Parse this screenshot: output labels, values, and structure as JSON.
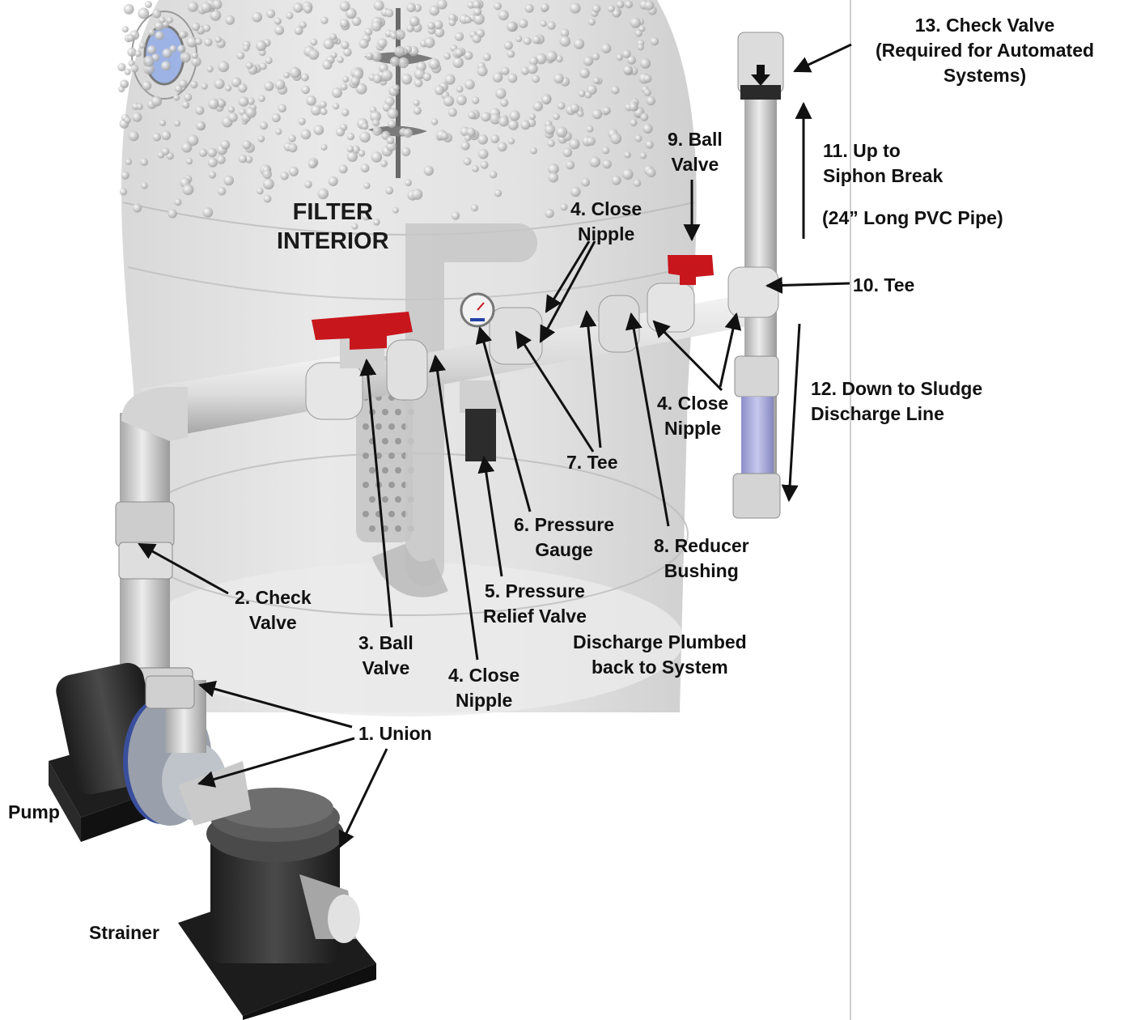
{
  "interior_label": [
    "FILTER",
    "INTERIOR"
  ],
  "labels": {
    "union": "1. Union",
    "check_valve": [
      "2. Check",
      "Valve"
    ],
    "ball_valve_3": [
      "3. Ball",
      "Valve"
    ],
    "close_nipple_bottom": [
      "4. Close",
      "Nipple"
    ],
    "close_nipple_top": [
      "4. Close",
      "Nipple"
    ],
    "close_nipple_right": [
      "4. Close",
      "Nipple"
    ],
    "pressure_relief_valve": [
      "5. Pressure",
      "Relief Valve"
    ],
    "pressure_gauge": [
      "6. Pressure",
      "Gauge"
    ],
    "tee_7": "7. Tee",
    "reducer_bushing": [
      "8. Reducer",
      "Bushing"
    ],
    "ball_valve_9": [
      "9. Ball",
      "Valve"
    ],
    "tee_10": "10. Tee",
    "up_to_siphon": [
      "11. Up to",
      "Siphon Break"
    ],
    "pipe_length": "(24” Long PVC Pipe)",
    "down_to_sludge": [
      "12. Down to Sludge",
      "Discharge Line"
    ],
    "check_valve_13": [
      "13. Check Valve",
      "(Required for Automated",
      "Systems)"
    ],
    "discharge": [
      "Discharge Plumbed",
      "back to System"
    ],
    "pump": "Pump",
    "strainer": "Strainer"
  },
  "colors": {
    "pipe": "#d9dadb",
    "valve_handle": "#c8161d",
    "tank": "#c9c9c9",
    "pump_body": "#2e2e2e",
    "text": "#111111"
  }
}
